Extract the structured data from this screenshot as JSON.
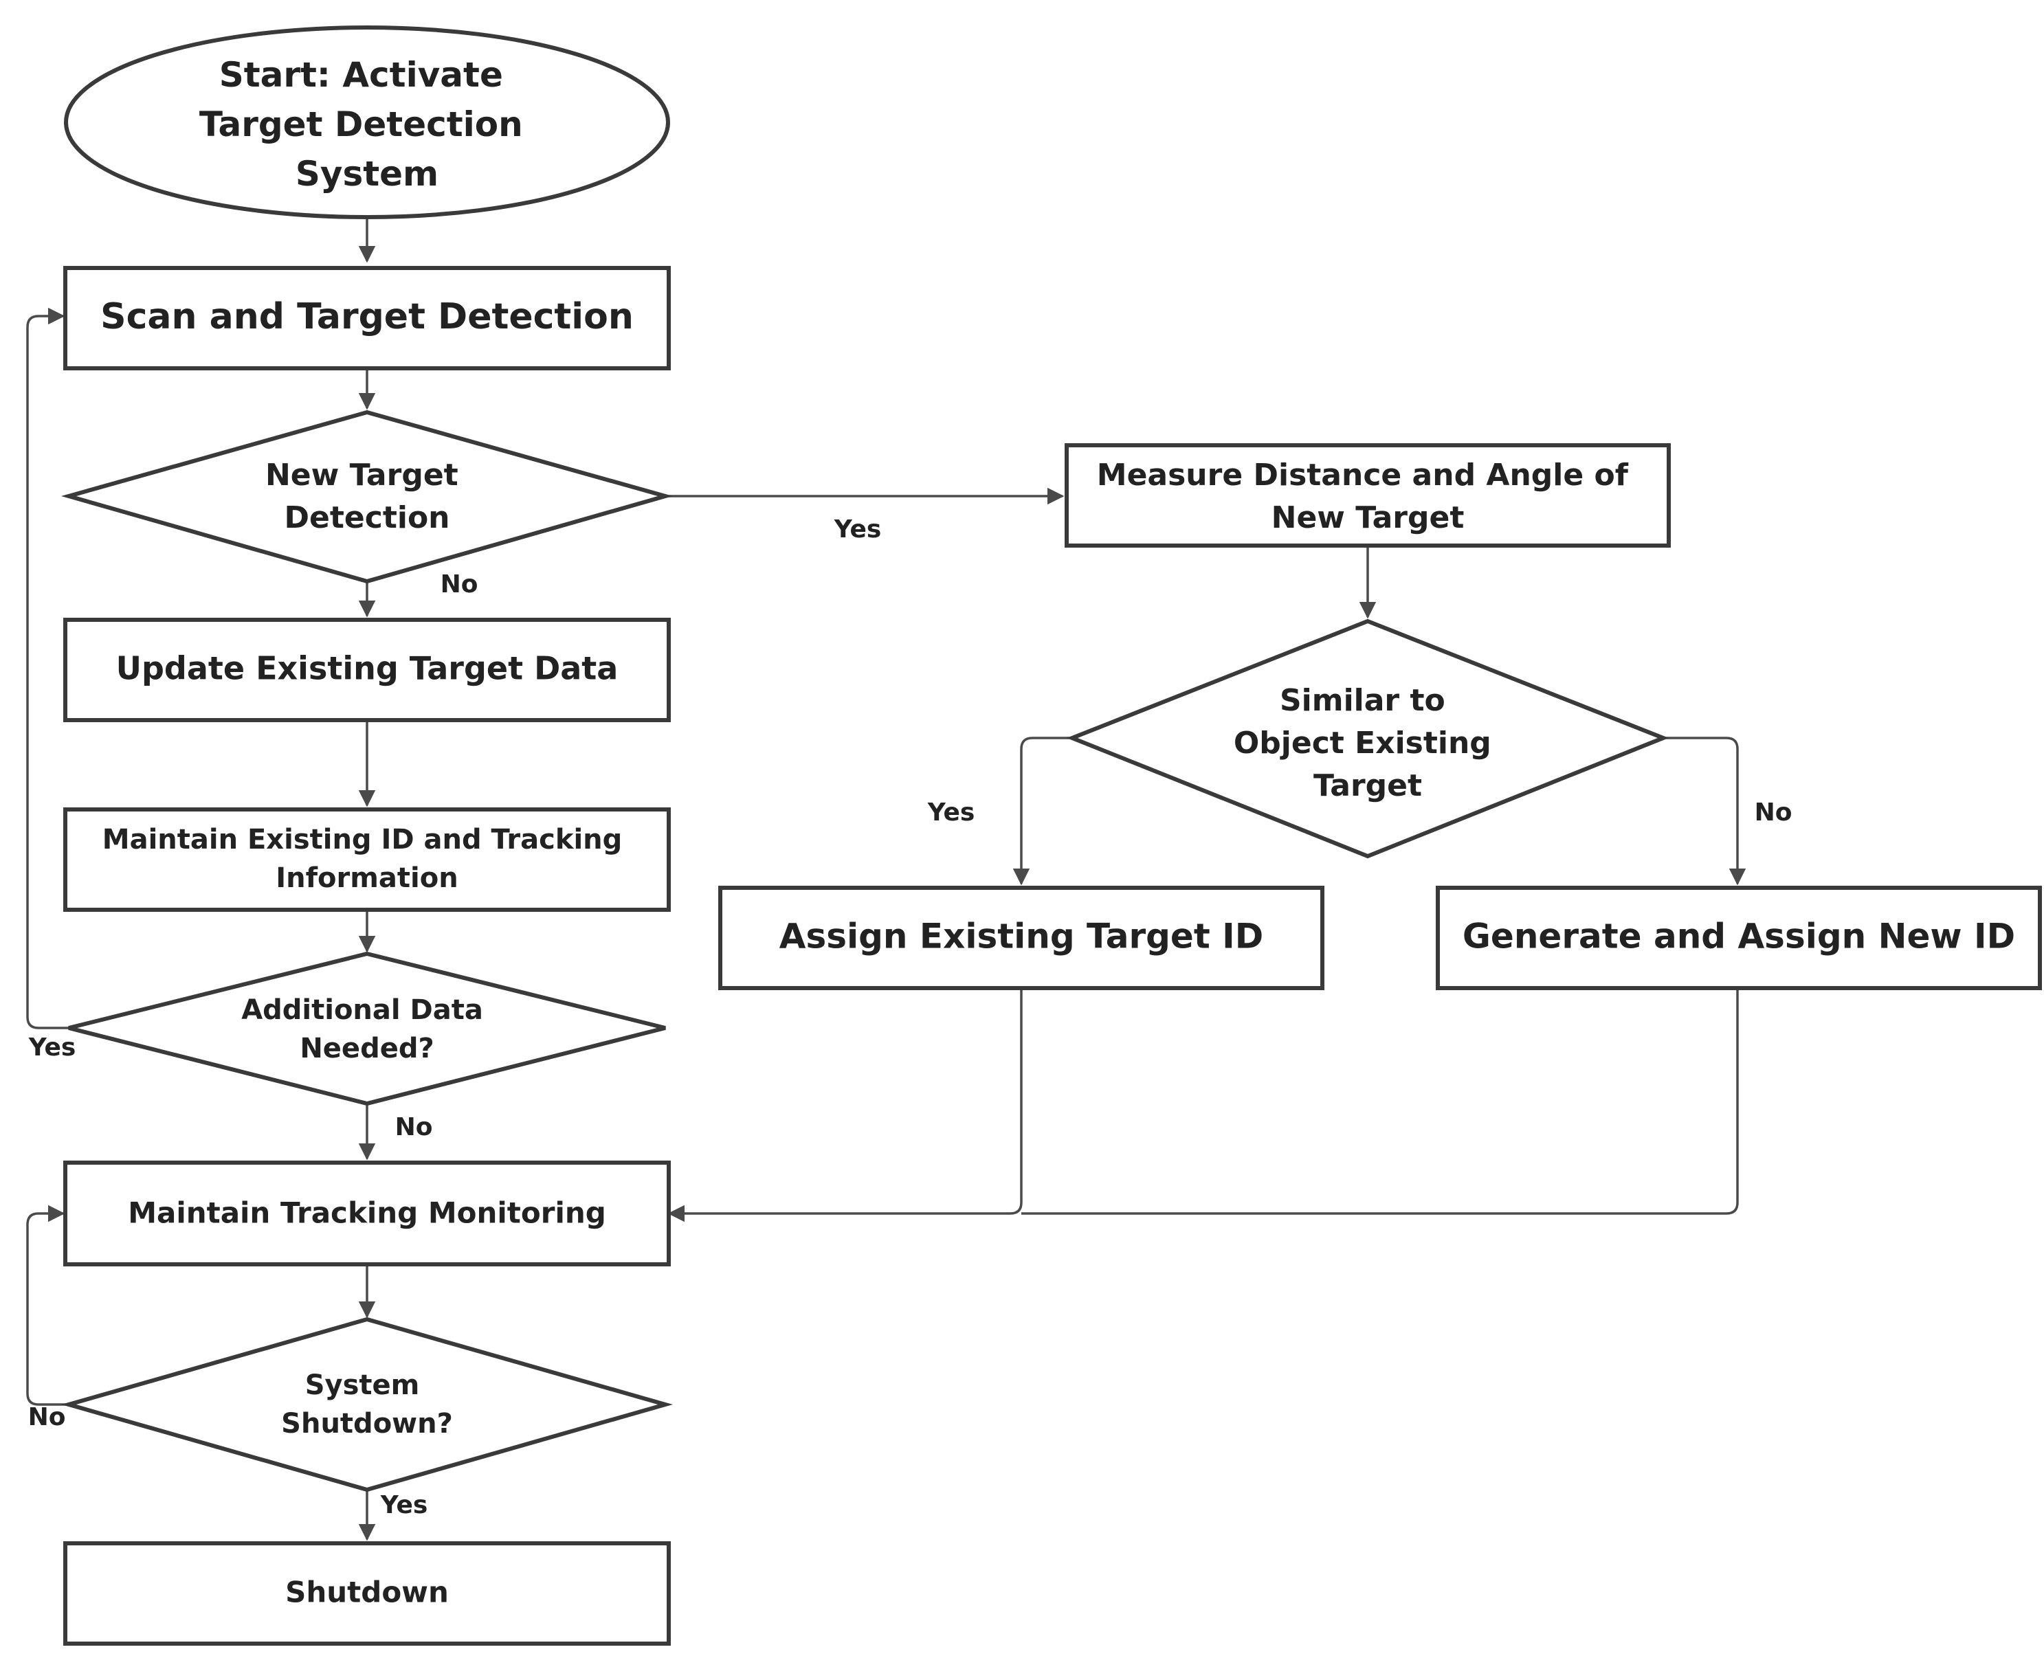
{
  "nodes": {
    "start": [
      "Start: Activate",
      "Target Detection",
      "System"
    ],
    "scan": [
      "Scan and Target Detection"
    ],
    "new_target_decision": [
      "New Target",
      "Detection"
    ],
    "measure": [
      "Measure Distance and Angle of",
      "New Target"
    ],
    "similar_decision": [
      "Similar to",
      "Object Existing",
      "Target"
    ],
    "update": [
      "Update Existing Target Data"
    ],
    "maintain_id": [
      "Maintain Existing ID and Tracking",
      "Information"
    ],
    "assign_existing": [
      "Assign Existing Target ID"
    ],
    "generate_new": [
      "Generate and Assign New ID"
    ],
    "additional_decision": [
      "Additional Data",
      "Needed?"
    ],
    "maintain_tracking": [
      "Maintain Tracking Monitoring"
    ],
    "shutdown_decision": [
      "System",
      "Shutdown?"
    ],
    "shutdown": [
      "Shutdown"
    ]
  },
  "edge_labels": {
    "new_target_yes": "Yes",
    "new_target_no": "No",
    "similar_yes": "Yes",
    "similar_no": "No",
    "additional_yes": "Yes",
    "additional_no": "No",
    "shutdown_no": "No",
    "shutdown_yes": "Yes"
  },
  "colors": {
    "stroke": "#3a3a3a",
    "text": "#222222",
    "background": "#ffffff"
  }
}
